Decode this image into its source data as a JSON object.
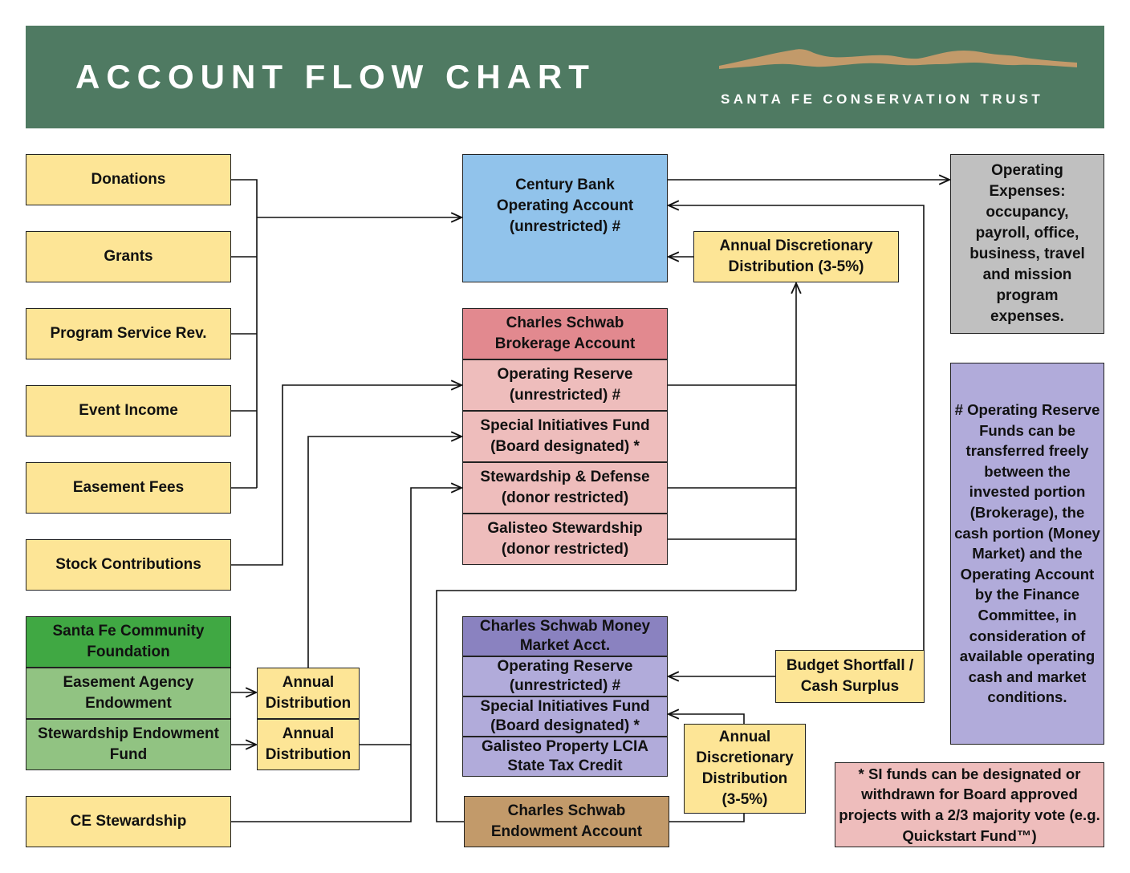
{
  "header": {
    "title": "ACCOUNT FLOW CHART",
    "org_name": "SANTA FE CONSERVATION TRUST"
  },
  "sources": {
    "donations": "Donations",
    "grants": "Grants",
    "program_service": "Program Service Rev.",
    "event_income": "Event Income",
    "easement_fees": "Easement Fees",
    "stock_contributions": "Stock Contributions",
    "ce_stewardship": "CE Stewardship"
  },
  "foundation": {
    "title": "Santa Fe Community Foundation",
    "easement_endowment": "Easement Agency Endowment",
    "stewardship_endowment": "Stewardship Endowment Fund",
    "annual_distribution_1": "Annual Distribution",
    "annual_distribution_2": "Annual Distribution"
  },
  "operating": {
    "century_bank": "Century Bank Operating Account (unrestricted) #",
    "annual_discretionary": "Annual Discretionary Distribution (3-5%)",
    "operating_expenses": "Operating Expenses: occupancy, payroll, office, business, travel and mission program expenses."
  },
  "brokerage": {
    "title": "Charles Schwab Brokerage Account",
    "operating_reserve": "Operating Reserve (unrestricted) #",
    "special_initiatives": "Special Initiatives Fund (Board designated) *",
    "stewardship_defense": "Stewardship & Defense (donor restricted)",
    "galisteo_stewardship": "Galisteo Stewardship (donor restricted)"
  },
  "money_market": {
    "title": "Charles Schwab Money Market Acct.",
    "operating_reserve": "Operating Reserve (unrestricted) #",
    "special_initiatives": "Special Initiatives Fund (Board designated) *",
    "galisteo_property": "Galisteo Property LCIA State Tax Credit"
  },
  "endowment": {
    "title": "Charles Schwab Endowment Account",
    "annual_discretionary": "Annual Discretionary Distribution (3-5%)"
  },
  "budget": {
    "label": "Budget Shortfall / Cash Surplus"
  },
  "notes": {
    "operating_reserve_note": "# Operating Reserve Funds can be transferred freely between the invested portion (Brokerage), the cash portion (Money Market) and the Operating Account by the Finance Committee, in consideration of available operating cash and market conditions.",
    "si_note": "* SI funds can be designated or withdrawn for Board approved projects with a 2/3 majority vote (e.g. Quickstart Fund™)"
  },
  "colors": {
    "header_bg": "#4f7a62",
    "source_yellow": "#fde596",
    "operating_blue": "#91c3eb",
    "expenses_gray": "#c0c0c0",
    "brokerage_red": "#e2898f",
    "brokerage_pink": "#eebdbc",
    "foundation_green": "#40a843",
    "endowment_green": "#91c382",
    "money_market_purple": "#8a82c0",
    "money_market_lilac": "#b1abda",
    "endowment_brown": "#c29a6a",
    "logo_tan": "#c29a6a"
  }
}
